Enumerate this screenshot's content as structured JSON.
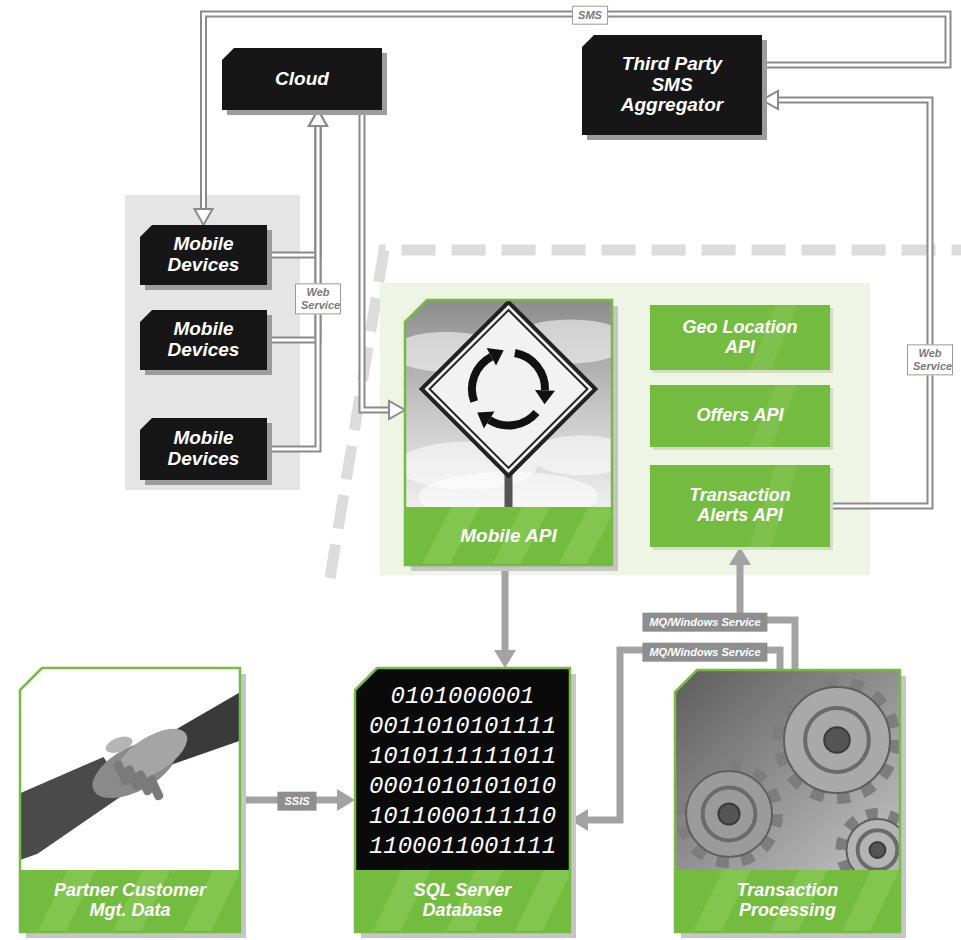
{
  "diagram": {
    "nodes": [
      {
        "text": [
          "Cloud"
        ]
      },
      {
        "text": [
          "Third Party SMS Aggregator"
        ]
      },
      {
        "text": [
          "Mobile Devices"
        ]
      },
      {
        "text": [
          "Mobile Devices"
        ]
      },
      {
        "text": [
          "Mobile Devices"
        ]
      },
      {
        "text": [
          "Mobile API"
        ]
      },
      {
        "text": [
          "Geo Location API"
        ]
      },
      {
        "text": [
          "Offers API"
        ]
      },
      {
        "text": [
          "Transaction Alerts API"
        ]
      },
      {
        "text": [
          "Partner Customer Mgt. Data"
        ]
      },
      {
        "text": [
          "SQL Server Database"
        ]
      },
      {
        "text": [
          "Transaction Processing"
        ]
      }
    ],
    "edges": [
      {
        "from": 1,
        "to": 2,
        "arrow": "to",
        "label": "SMS"
      },
      {
        "from": 2,
        "to": 0,
        "arrow": "to"
      },
      {
        "from": 3,
        "to": 0,
        "arrow": "to",
        "label": "Web Service"
      },
      {
        "from": 4,
        "to": 0,
        "arrow": "to"
      },
      {
        "from": 0,
        "to": 5,
        "arrow": "to"
      },
      {
        "from": 5,
        "to": 10,
        "arrow": "to"
      },
      {
        "from": 8,
        "to": 1,
        "arrow": "to",
        "label": "Web Service"
      },
      {
        "from": 11,
        "to": 8,
        "arrow": "to",
        "label": "MQ/Windows Service"
      },
      {
        "from": 11,
        "to": 10,
        "arrow": "to",
        "label": "MQ/Windows Service"
      },
      {
        "from": 9,
        "to": 10,
        "arrow": "to",
        "label": "SSIS"
      }
    ],
    "labels": [
      "0101000001",
      "0011010101111",
      "1010111111011",
      "0001010101010",
      "1011000111110",
      "1100011001111"
    ]
  }
}
